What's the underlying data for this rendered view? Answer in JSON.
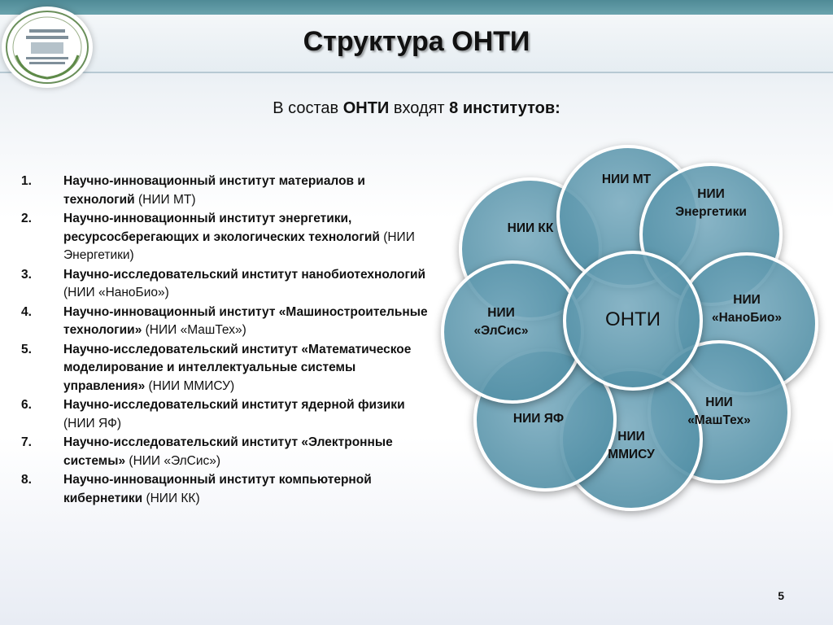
{
  "header": {
    "title": "Структура ОНТИ"
  },
  "subtitle": {
    "prefix": "В состав ",
    "org": "ОНТИ",
    "middle": " входят ",
    "count": "8 институтов:"
  },
  "institutes": [
    {
      "num": "1.",
      "bold": "Научно-инновационный институт материалов и технологий",
      "rest": " (НИИ МТ)"
    },
    {
      "num": "2.",
      "bold": "Научно-инновационный институт энергетики, ресурсосберегающих и экологических технологий",
      "rest": " (НИИ Энергетики)"
    },
    {
      "num": "3.",
      "bold": "Научно-исследовательский институт нанобиотехнологий",
      "rest": " (НИИ «НаноБио»)"
    },
    {
      "num": "4.",
      "bold": "Научно-инновационный институт «Машиностроительные технологии»",
      "rest": " (НИИ «МашТех»)"
    },
    {
      "num": "5.",
      "bold": "Научно-исследовательский институт «Математическое моделирование и интеллектуальные системы управления»",
      "rest": " (НИИ ММИСУ)"
    },
    {
      "num": "6.",
      "bold": "Научно-исследовательский институт ядерной физики",
      "rest": " (НИИ ЯФ)"
    },
    {
      "num": "7.",
      "bold": "Научно-исследовательский институт «Электронные системы»",
      "rest": " (НИИ «ЭлСис»)"
    },
    {
      "num": "8.",
      "bold": "Научно-инновационный институт компьютерной кибернетики",
      "rest": " (НИИ КК)"
    }
  ],
  "diagram": {
    "center": "ОНТИ",
    "nodes": [
      "НИИ КК",
      "НИИ МТ",
      "НИИ\nЭнергетики",
      "НИИ\n«НаноБио»",
      "НИИ\n«МашТех»",
      "НИИ\nММИСУ",
      "НИИ ЯФ",
      "НИИ\n«ЭлСис»"
    ]
  },
  "colors": {
    "circle_fill": "#5f9fb2",
    "circle_border": "#ffffff",
    "top_bar": "#5a96a1"
  },
  "page_number": "5"
}
